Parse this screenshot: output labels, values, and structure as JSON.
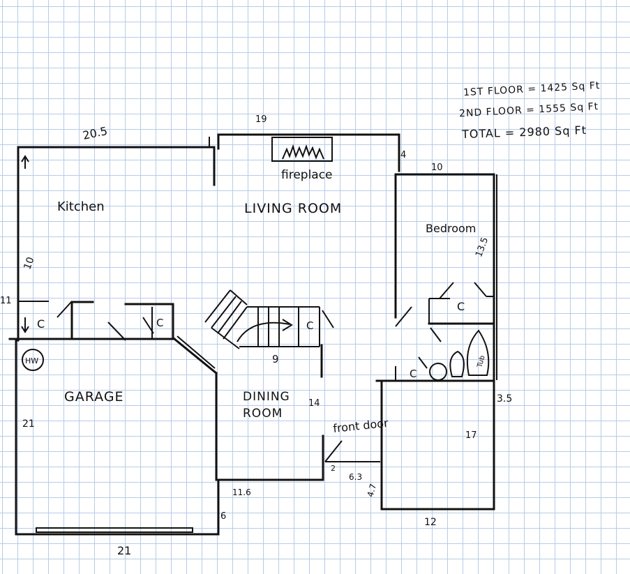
{
  "notes": {
    "first_floor": "1ST FLOOR = 1425 Sq Ft",
    "second_floor": "2ND FLOOR = 1555 Sq Ft",
    "total": "TOTAL = 2980 Sq Ft"
  },
  "rooms": {
    "kitchen": "Kitchen",
    "living_room": "LIVING ROOM",
    "bedroom": "Bedroom",
    "garage": "GARAGE",
    "dining_room_1": "DINING",
    "dining_room_2": "ROOM",
    "fireplace": "fireplace",
    "front_door": "front door",
    "water_heater": "HW",
    "tub": "Tub"
  },
  "closets": [
    "C",
    "C",
    "C",
    "C",
    "C"
  ],
  "dimensions": {
    "kitchen_top": "20.5",
    "living_top": "19",
    "jog_4": "4",
    "bedroom_top": "10",
    "kitchen_left": "10",
    "left_edge": "11",
    "bedroom_right": "13.5",
    "stairs": "9",
    "dining_right": "14",
    "bath_right": "3.5",
    "garage_left": "21",
    "entry_right": "17",
    "entry_small": "2",
    "entry_63": "6.3",
    "entry_47": "4.7",
    "dining_bottom": "11.6",
    "jog_6": "6",
    "entry_bottom": "12",
    "garage_bottom": "21"
  }
}
